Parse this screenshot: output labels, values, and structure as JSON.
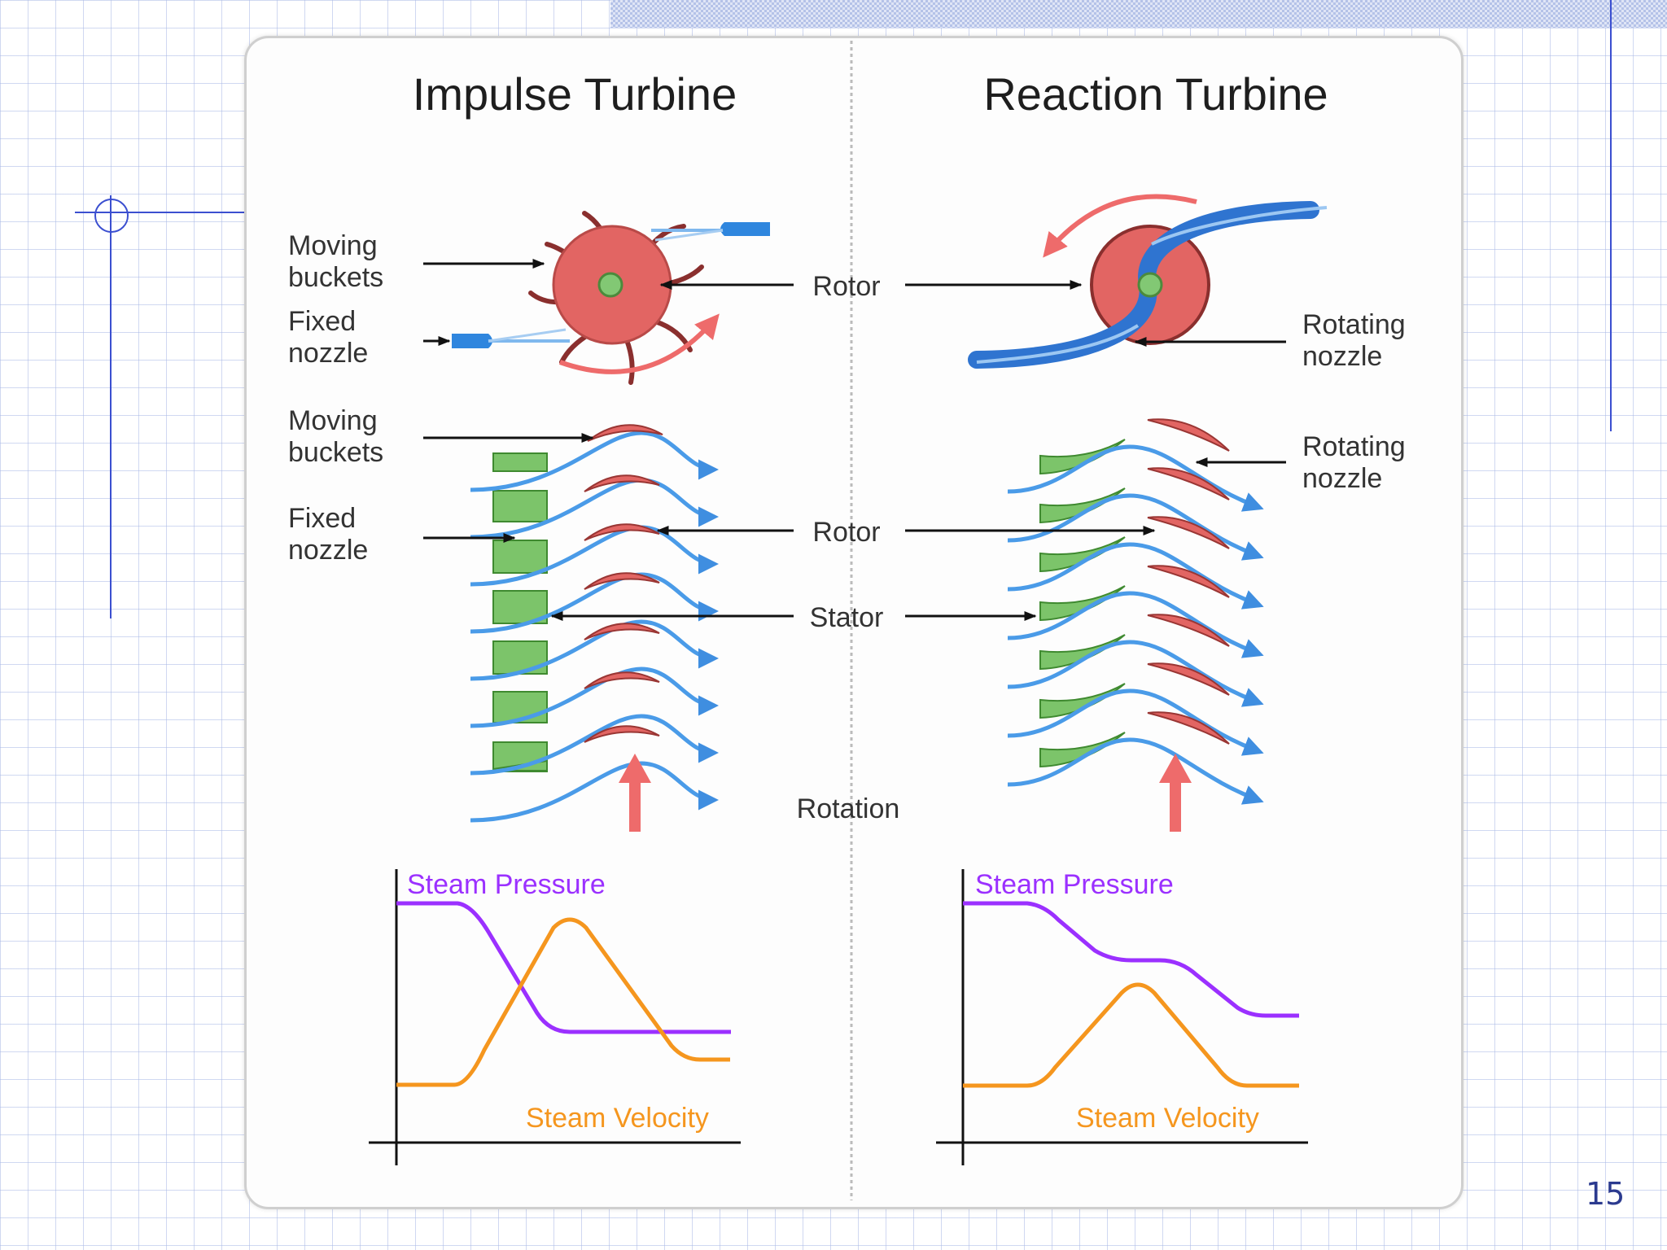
{
  "titles": {
    "impulse": "Impulse Turbine",
    "reaction": "Reaction Turbine"
  },
  "impulse_labels": {
    "moving_buckets": [
      "Moving",
      "buckets"
    ],
    "fixed_nozzle": [
      "Fixed",
      "nozzle"
    ],
    "moving_buckets_2": [
      "Moving",
      "buckets"
    ],
    "fixed_nozzle_2": [
      "Fixed",
      "nozzle"
    ]
  },
  "center_labels": {
    "rotor": "Rotor",
    "rotor_2": "Rotor",
    "stator": "Stator",
    "rotation": "Rotation"
  },
  "reaction_labels": {
    "rotating_nozzle": [
      "Rotating",
      "nozzle"
    ],
    "rotating_nozzle_2": [
      "Rotating",
      "nozzle"
    ]
  },
  "graphs": {
    "impulse": {
      "pressure_label": "Steam Pressure",
      "velocity_label": "Steam Velocity"
    },
    "reaction": {
      "pressure_label": "Steam Pressure",
      "velocity_label": "Steam Velocity"
    }
  },
  "colors": {
    "blade_red": "#e26563",
    "blade_green": "#7cc46a",
    "steam_blue": "#4a9be8",
    "pressure_purple": "#9b30ff",
    "velocity_orange": "#f5961e",
    "arrow_red": "#ee6b6b"
  },
  "slide": {
    "page_number": "15"
  }
}
